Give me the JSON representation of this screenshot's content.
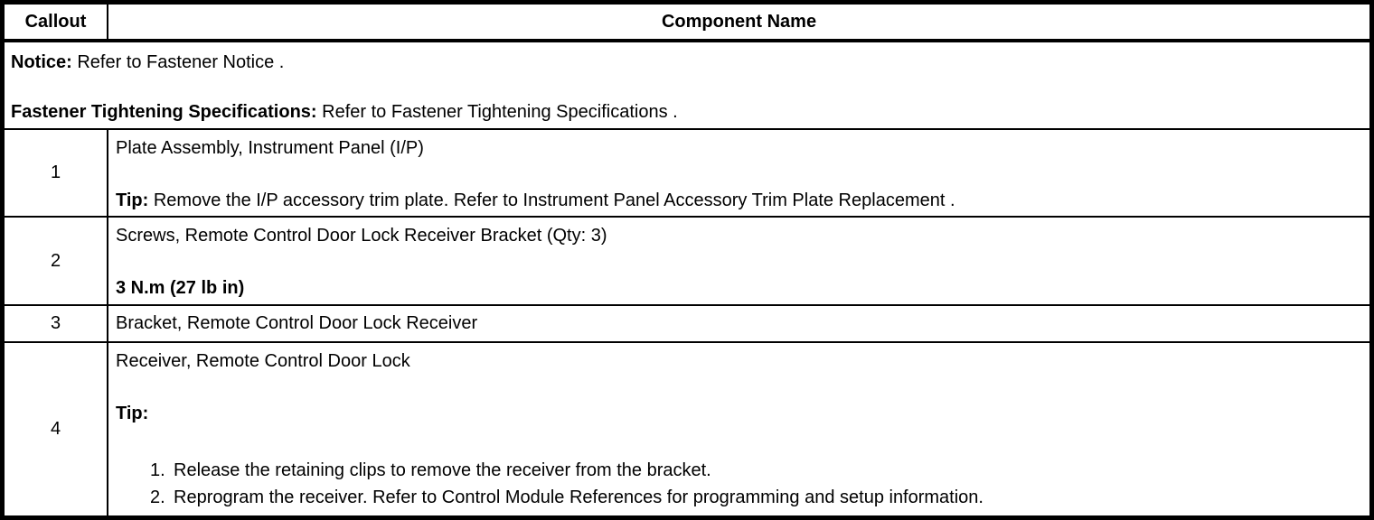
{
  "table": {
    "header": {
      "callout": "Callout",
      "component": "Component Name"
    },
    "notice": {
      "line1_bold": "Notice:",
      "line1_text": " Refer to Fastener Notice .",
      "line2_bold": "Fastener Tightening Specifications:",
      "line2_text": " Refer to Fastener Tightening Specifications ."
    },
    "rows": [
      {
        "callout": "1",
        "line1": "Plate Assembly, Instrument Panel (I/P)",
        "tip_label": "Tip:",
        "tip_text": " Remove the I/P accessory trim plate. Refer to Instrument Panel Accessory Trim Plate Replacement ."
      },
      {
        "callout": "2",
        "line1": "Screws, Remote Control Door Lock Receiver Bracket (Qty: 3)",
        "torque": "3 N.m (27 lb in)"
      },
      {
        "callout": "3",
        "line1": "Bracket, Remote Control Door Lock Receiver"
      },
      {
        "callout": "4",
        "line1": "Receiver, Remote Control Door Lock",
        "tip_label": "Tip:",
        "list": [
          {
            "num": "1.",
            "text": "Release the retaining clips to remove the receiver from the bracket."
          },
          {
            "num": "2.",
            "text": "Reprogram the receiver. Refer to Control Module References for programming and setup information."
          }
        ]
      }
    ]
  }
}
